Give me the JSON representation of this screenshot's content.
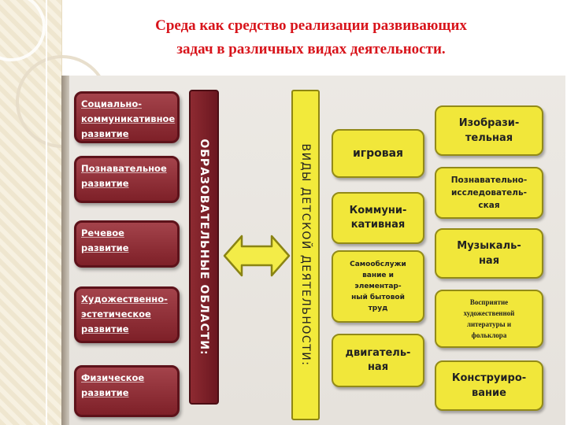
{
  "title": "Среда как средство реализации развивающих\nзадач в различных видах деятельности.",
  "left_label": "ОБРАЗОВАТЕЛЬНЫЕ   ОБЛАСТИ:",
  "right_label": "ВИДЫ   ДЕТСКОЙ   ДЕЯТЕЛЬНОСТИ:",
  "areas": [
    "Социально-коммуникативное развитие",
    "Познавательное развитие",
    "Речевое развитие",
    "Художественно-эстетическое развитие",
    "Физическое развитие"
  ],
  "activities_col1": [
    "игровая",
    "Коммуни-\nкативная",
    "Самообслужи\nвание и\nэлементар-\nный бытовой\nтруд",
    "двигатель-\nная"
  ],
  "activities_col2": [
    "Изобрази-\nтельная",
    "Познавательно-\nисследователь-\nская",
    "Музыкаль-\nная",
    "Восприятие\nхудожественной\nлитературы и\nфольклора",
    "Конструиро-\nвание"
  ],
  "colors": {
    "title": "#d8141b",
    "area_fill": "#8f2d35",
    "activity_fill": "#f1e73a"
  }
}
